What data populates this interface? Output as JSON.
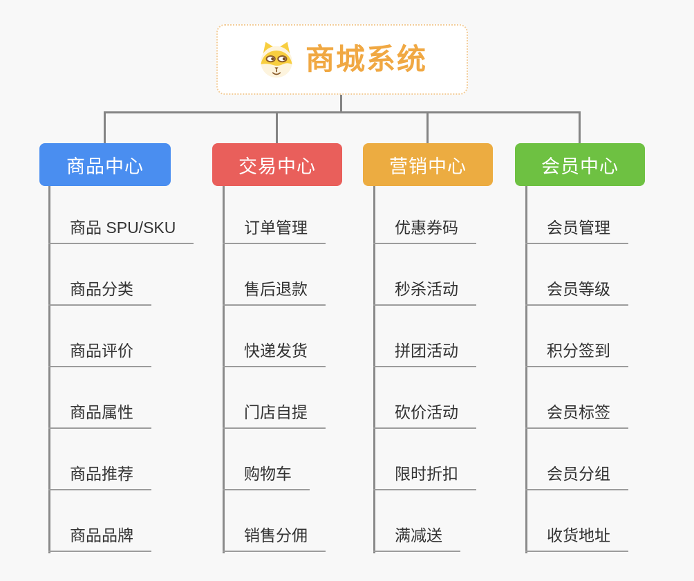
{
  "root": {
    "title": "商城系统",
    "icon": "dog-face-icon",
    "accent_color": "#F0A843",
    "border_color": "#F3CD9A"
  },
  "branches": [
    {
      "title": "商品中心",
      "color": "#4A8EF0",
      "items": [
        "商品 SPU/SKU",
        "商品分类",
        "商品评价",
        "商品属性",
        "商品推荐",
        "商品品牌"
      ]
    },
    {
      "title": "交易中心",
      "color": "#E95F5B",
      "items": [
        "订单管理",
        "售后退款",
        "快递发货",
        "门店自提",
        "购物车",
        "销售分佣"
      ]
    },
    {
      "title": "营销中心",
      "color": "#ECAC41",
      "items": [
        "优惠券码",
        "秒杀活动",
        "拼团活动",
        "砍价活动",
        "限时折扣",
        "满减送"
      ]
    },
    {
      "title": "会员中心",
      "color": "#6EC142",
      "items": [
        "会员管理",
        "会员等级",
        "积分签到",
        "会员标签",
        "会员分组",
        "收货地址"
      ]
    }
  ]
}
